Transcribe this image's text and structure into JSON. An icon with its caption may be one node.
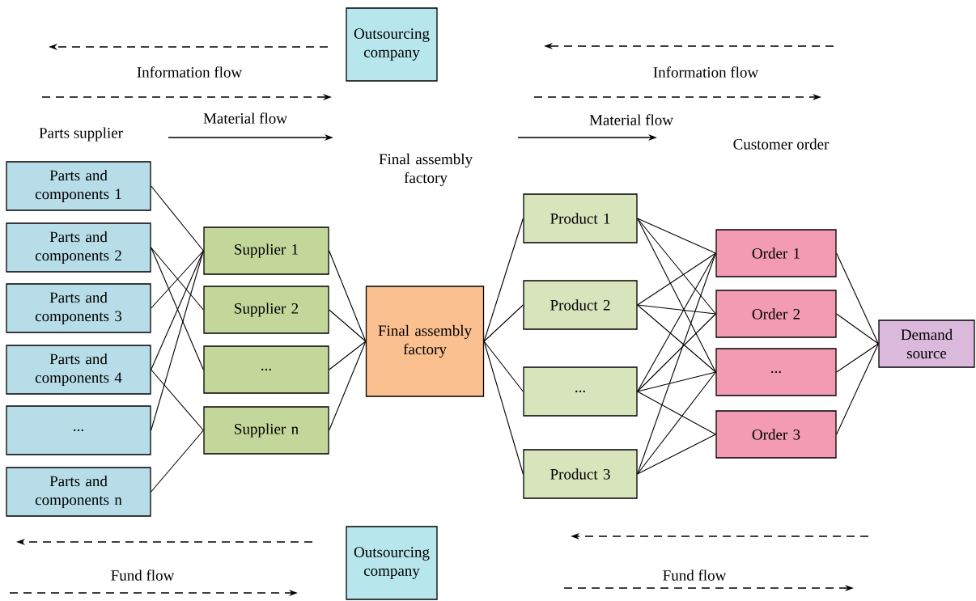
{
  "diagram": {
    "nodes": [
      {
        "text": [
          "Outsourcing company"
        ]
      },
      {
        "text": [
          "Parts and components 1"
        ]
      },
      {
        "text": [
          "Parts and components 2"
        ]
      },
      {
        "text": [
          "Parts and components 3"
        ]
      },
      {
        "text": [
          "Parts and components 4"
        ]
      },
      {
        "text": [
          "..."
        ]
      },
      {
        "text": [
          "Parts and components n"
        ]
      },
      {
        "text": [
          "Supplier 1"
        ]
      },
      {
        "text": [
          "Supplier 2"
        ]
      },
      {
        "text": [
          "..."
        ]
      },
      {
        "text": [
          "Supplier n"
        ]
      },
      {
        "text": [
          "Final assembly factory"
        ]
      },
      {
        "text": [
          "Product 1"
        ]
      },
      {
        "text": [
          "Product 2"
        ]
      },
      {
        "text": [
          "..."
        ]
      },
      {
        "text": [
          "Product 3"
        ]
      },
      {
        "text": [
          "Order 1"
        ]
      },
      {
        "text": [
          "Order 2"
        ]
      },
      {
        "text": [
          "..."
        ]
      },
      {
        "text": [
          "Order 3"
        ]
      },
      {
        "text": [
          "Demand source"
        ]
      },
      {
        "text": [
          "Outsourcing company"
        ]
      }
    ],
    "edges": [
      {
        "from": 1,
        "to": 7,
        "arrow": "none"
      },
      {
        "from": 2,
        "to": 8,
        "arrow": "none"
      },
      {
        "from": 2,
        "to": 9,
        "arrow": "none"
      },
      {
        "from": 3,
        "to": 7,
        "arrow": "none"
      },
      {
        "from": 4,
        "to": 7,
        "arrow": "none"
      },
      {
        "from": 4,
        "to": 10,
        "arrow": "none"
      },
      {
        "from": 5,
        "to": 7,
        "arrow": "none"
      },
      {
        "from": 6,
        "to": 10,
        "arrow": "none"
      },
      {
        "from": 7,
        "to": 11,
        "arrow": "none"
      },
      {
        "from": 8,
        "to": 11,
        "arrow": "none"
      },
      {
        "from": 9,
        "to": 11,
        "arrow": "none"
      },
      {
        "from": 10,
        "to": 11,
        "arrow": "none"
      },
      {
        "from": 11,
        "to": 12,
        "arrow": "none"
      },
      {
        "from": 11,
        "to": 13,
        "arrow": "none"
      },
      {
        "from": 11,
        "to": 14,
        "arrow": "none"
      },
      {
        "from": 11,
        "to": 15,
        "arrow": "none"
      },
      {
        "from": 12,
        "to": 16,
        "arrow": "none"
      },
      {
        "from": 12,
        "to": 17,
        "arrow": "none"
      },
      {
        "from": 12,
        "to": 18,
        "arrow": "none"
      },
      {
        "from": 13,
        "to": 16,
        "arrow": "none"
      },
      {
        "from": 13,
        "to": 17,
        "arrow": "none"
      },
      {
        "from": 13,
        "to": 18,
        "arrow": "none"
      },
      {
        "from": 14,
        "to": 16,
        "arrow": "none"
      },
      {
        "from": 14,
        "to": 17,
        "arrow": "none"
      },
      {
        "from": 14,
        "to": 18,
        "arrow": "none"
      },
      {
        "from": 14,
        "to": 19,
        "arrow": "none"
      },
      {
        "from": 15,
        "to": 16,
        "arrow": "none"
      },
      {
        "from": 15,
        "to": 18,
        "arrow": "none"
      },
      {
        "from": 15,
        "to": 19,
        "arrow": "none"
      },
      {
        "from": 16,
        "to": 20,
        "arrow": "none"
      },
      {
        "from": 17,
        "to": 20,
        "arrow": "none"
      },
      {
        "from": 18,
        "to": 20,
        "arrow": "none"
      },
      {
        "from": 19,
        "to": 20,
        "arrow": "none"
      }
    ],
    "labels": [
      "Information flow",
      "Information flow",
      "Material flow",
      "Material flow",
      "Parts supplier",
      "Final assembly factory",
      "Customer order",
      "Fund flow",
      "Fund flow"
    ]
  }
}
